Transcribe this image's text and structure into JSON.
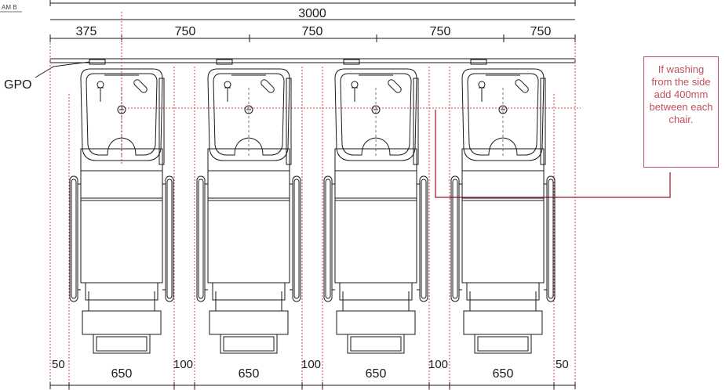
{
  "label_cut": "AM B",
  "gpo_label": "GPO",
  "top_dimensions": {
    "total": "3000",
    "segments": [
      "375",
      "750",
      "750",
      "750",
      "750"
    ]
  },
  "bottom_dimensions": [
    "50",
    "650",
    "100",
    "650",
    "100",
    "650",
    "100",
    "650",
    "50"
  ],
  "note": "If washing from the side add 400mm between each chair.",
  "colors": {
    "line": "#1a1a1a",
    "guide": "#d9434f",
    "note": "#c0505e",
    "accent_line": "#b23a4a"
  },
  "chair_count": 4
}
